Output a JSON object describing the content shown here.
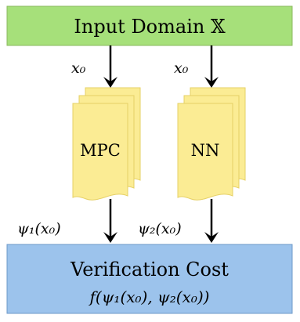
{
  "input_box": {
    "title": "Input Domain 𝕏",
    "color": "#a6e07a"
  },
  "left_branch": {
    "input_label": "x₀",
    "doc_label": "MPC",
    "output_label": "ψ₁(x₀)"
  },
  "right_branch": {
    "input_label": "x₀",
    "doc_label": "NN",
    "output_label": "ψ₂(x₀)"
  },
  "doc_color": "#fbec94",
  "output_box": {
    "title": "Verification Cost",
    "formula": "f(ψ₁(x₀), ψ₂(x₀))",
    "color": "#9cc3ec"
  }
}
